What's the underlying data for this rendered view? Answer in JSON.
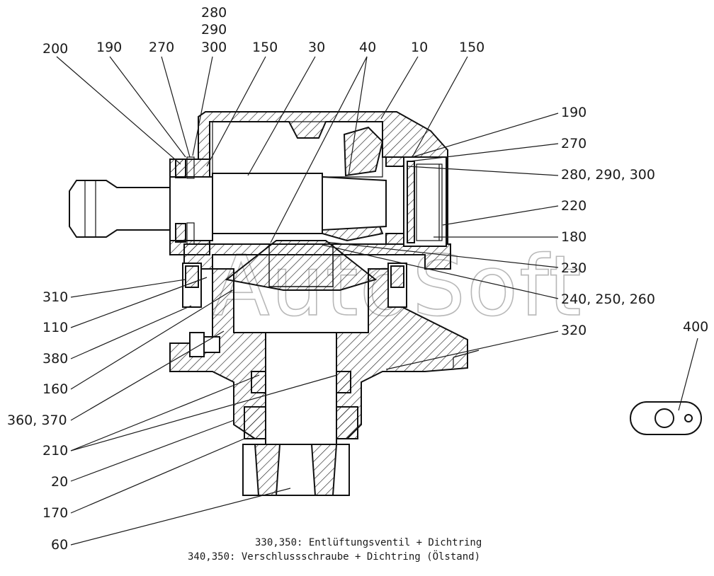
{
  "watermark": "AutoSoft",
  "callouts_left": [
    {
      "id": "top-200",
      "text": "200"
    },
    {
      "id": "top-190",
      "text": "190"
    },
    {
      "id": "top-270",
      "text": "270"
    },
    {
      "id": "top-280",
      "text": "280"
    },
    {
      "id": "top-290",
      "text": "290"
    },
    {
      "id": "top-300",
      "text": "300"
    },
    {
      "id": "top-150a",
      "text": "150"
    },
    {
      "id": "top-30",
      "text": "30"
    },
    {
      "id": "top-40",
      "text": "40"
    },
    {
      "id": "top-10",
      "text": "10"
    },
    {
      "id": "top-150b",
      "text": "150"
    }
  ],
  "callouts_right": [
    {
      "id": "r-190",
      "text": "190"
    },
    {
      "id": "r-270",
      "text": "270"
    },
    {
      "id": "r-280",
      "text": "280, 290, 300"
    },
    {
      "id": "r-220",
      "text": "220"
    },
    {
      "id": "r-180",
      "text": "180"
    },
    {
      "id": "r-230",
      "text": "230"
    },
    {
      "id": "r-240",
      "text": "240, 250, 260"
    },
    {
      "id": "r-320",
      "text": "320"
    },
    {
      "id": "r-400",
      "text": "400"
    }
  ],
  "callouts_bottom_left": [
    {
      "id": "l-310",
      "text": "310"
    },
    {
      "id": "l-110",
      "text": "110"
    },
    {
      "id": "l-380",
      "text": "380"
    },
    {
      "id": "l-160",
      "text": "160"
    },
    {
      "id": "l-360",
      "text": "360, 370"
    },
    {
      "id": "l-210",
      "text": "210"
    },
    {
      "id": "l-20",
      "text": "20"
    },
    {
      "id": "l-170",
      "text": "170"
    },
    {
      "id": "l-60",
      "text": "60"
    }
  ],
  "notes": [
    "330,350: Entlüftungsventil + Dichtring",
    "340,350: Verschlussschraube + Dichtring (Ölstand)"
  ]
}
